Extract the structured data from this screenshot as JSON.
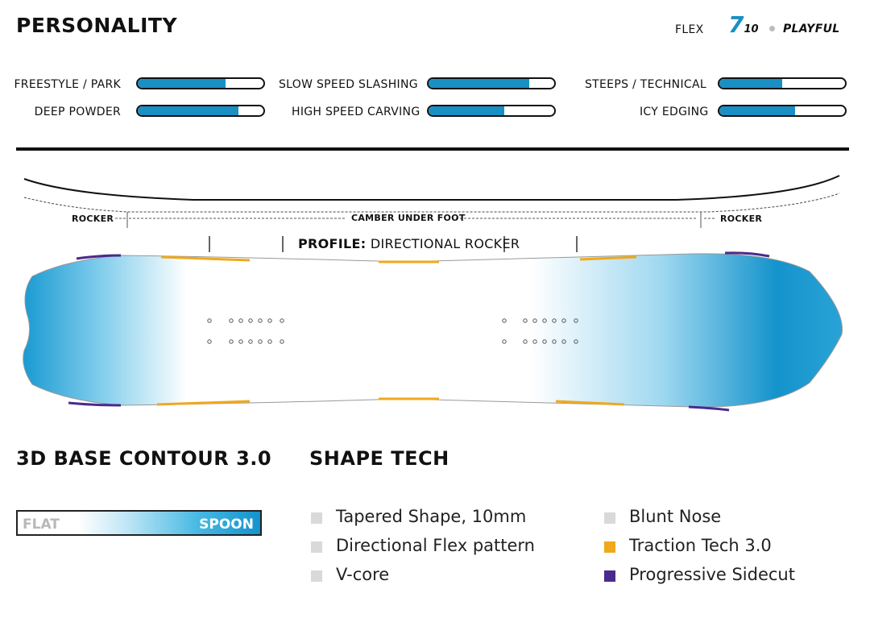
{
  "header": {
    "title": "PERSONALITY",
    "flex_label": "FLEX",
    "flex_value": "7",
    "flex_max": "10",
    "flex_descriptor": "PLAYFUL"
  },
  "ratings": [
    {
      "label": "FREESTYLE / PARK",
      "value": 0.7
    },
    {
      "label": "DEEP POWDER",
      "value": 0.8
    },
    {
      "label": "SLOW SPEED SLASHING",
      "value": 0.8
    },
    {
      "label": "HIGH SPEED CARVING",
      "value": 0.6
    },
    {
      "label": "STEEPS / TECHNICAL",
      "value": 0.5
    },
    {
      "label": "ICY EDGING",
      "value": 0.6
    }
  ],
  "profile": {
    "rocker_left": "ROCKER",
    "camber_label": "CAMBER UNDER FOOT",
    "rocker_right": "ROCKER",
    "profile_prefix": "PROFILE:",
    "profile_value": "DIRECTIONAL ROCKER"
  },
  "base_contour": {
    "title": "3D BASE CONTOUR 3.0",
    "flat_label": "FLAT",
    "spoon_label": "SPOON"
  },
  "shape_tech": {
    "title": "SHAPE TECH",
    "items": [
      {
        "label": "Tapered Shape, 10mm",
        "color": "#d9d9d9"
      },
      {
        "label": "Directional Flex pattern",
        "color": "#d9d9d9"
      },
      {
        "label": "V-core",
        "color": "#d9d9d9"
      },
      {
        "label": "Blunt Nose",
        "color": "#d9d9d9"
      },
      {
        "label": "Traction Tech 3.0",
        "color": "#f0a81c"
      },
      {
        "label": "Progressive Sidecut",
        "color": "#4a2a8c"
      }
    ]
  },
  "colors": {
    "bar_fill": "#1a8fc4",
    "board_blue": "#1493cc",
    "traction_orange": "#f0a81c",
    "sidecut_purple": "#4a2a8c"
  }
}
